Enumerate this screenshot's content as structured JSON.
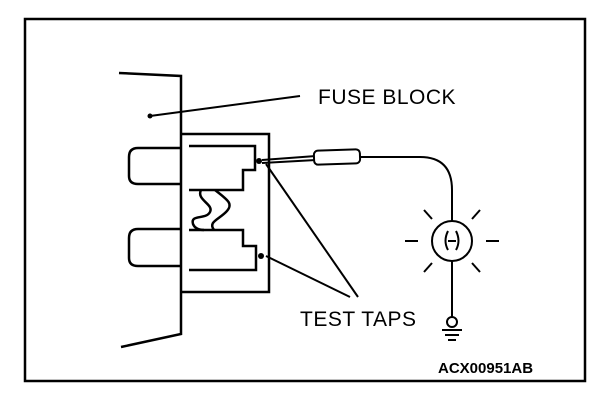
{
  "labels": {
    "fuse_block": "FUSE BLOCK",
    "test_taps": "TEST TAPS",
    "figure_code": "ACX00951AB"
  }
}
